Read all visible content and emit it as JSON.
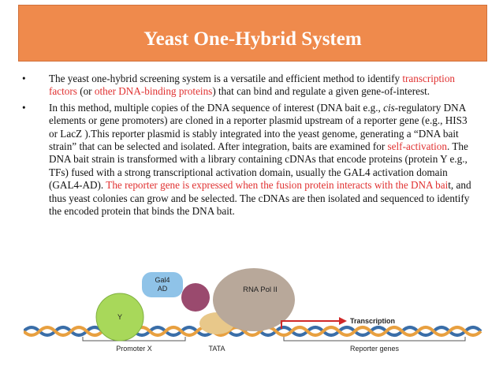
{
  "slide": {
    "title": "Yeast One-Hybrid System",
    "bullet_symbol": "•",
    "bullet1": {
      "t1": "The yeast one-hybrid screening system is a versatile and efficient method to identify ",
      "r1": "transcription factors",
      "t2": " (or ",
      "r2": "other DNA-binding proteins",
      "t3": ") that can bind and regulate a given gene-of-interest."
    },
    "bullet2": {
      "t1": "In this method, multiple copies of the DNA sequence of interest (DNA bait e.g., ",
      "i1": "cis",
      "t2": "-regulatory DNA elements or gene promoters) are cloned in a reporter plasmid upstream of a reporter gene (e.g., HIS3 or LacZ ).This reporter plasmid is stably integrated into the yeast genome, generating a “DNA bait strain” that can be selected and isolated. After integration, baits are examined for ",
      "r1": "self-activation",
      "t3": ". The DNA bait strain is transformed with a library containing cDNAs that encode proteins (protein Y e.g., TFs) fused with a strong  transcriptional activation domain, usually the GAL4 activation domain (GAL4-AD). ",
      "r2": "The reporter gene is expressed when the fusion protein interacts with the DNA bai",
      "t4": "t, and thus yeast colonies can grow and be selected. The cDNAs are then isolated and sequenced to identify the encoded protein that binds the DNA bait."
    }
  },
  "diagram": {
    "gal4_line1": "Gal4",
    "gal4_line2": "AD",
    "protein_y": "Y",
    "rna_pol": "RNA Pol II",
    "transcription": "Transcription",
    "promoter": "Promoter X",
    "tata": "TATA",
    "reporter": "Reporter genes",
    "colors": {
      "gal4": "#8fc3e8",
      "y": "#a8d85a",
      "pol": "#b8a89a",
      "purple": "#9a4a6e",
      "tan": "#e8c88a",
      "arrow": "#d02828",
      "dna_blue": "#3a6ea8",
      "dna_orange": "#e8a040"
    }
  }
}
